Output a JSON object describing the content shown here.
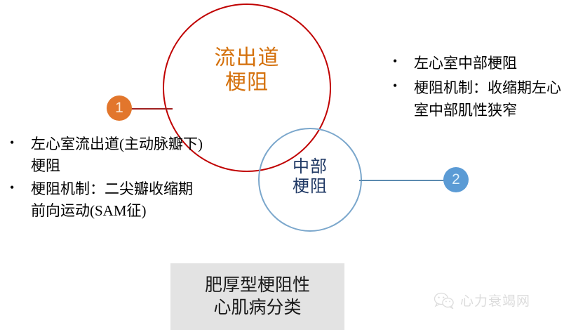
{
  "slide": {
    "background_color": "#FFFFFF",
    "caption": {
      "text": "肥厚型梗阻性\n心肌病分类",
      "background_color": "#E3E3E3"
    }
  },
  "diagram": {
    "circles": [
      {
        "id": "outflow",
        "label": "流出道\n梗阻",
        "stroke_color": "#C00000",
        "text_color": "#D4700B"
      },
      {
        "id": "mid",
        "label": "中部\n梗阻",
        "stroke_color": "#7BA7CC",
        "text_color": "#1F3864"
      }
    ],
    "badges": [
      {
        "id": "badge-1",
        "number": "1",
        "color": "#E2762C"
      },
      {
        "id": "badge-2",
        "number": "2",
        "color": "#5B9BD5"
      }
    ],
    "connectors": [
      {
        "id": "connector-1",
        "color": "#A02020"
      },
      {
        "id": "connector-2",
        "color": "#5B8AB0"
      }
    ]
  },
  "callouts": {
    "left": {
      "items": [
        "左心室流出道(主动脉瓣下)梗阻",
        "梗阻机制：二尖瓣收缩期前向运动(SAM征)"
      ]
    },
    "right": {
      "items": [
        "左心室中部梗阻",
        "梗阻机制：收缩期左心室中部肌性狭窄"
      ]
    }
  },
  "watermark": {
    "text": "心力衰竭网",
    "icon": "wechat-icon"
  }
}
